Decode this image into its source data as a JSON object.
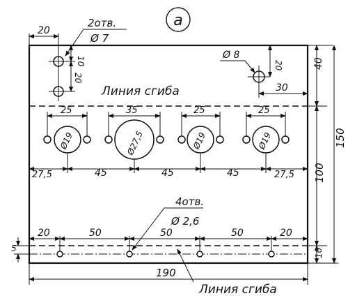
{
  "view_label": "a",
  "labels": {
    "holes_group_top": "2отв.",
    "holes_group_top_dia": "Ø 7",
    "hole_single_dia": "Ø 8",
    "bend_line_top": "Линия сгиба",
    "holes_group_bottom": "4отв.",
    "holes_group_bottom_dia": "Ø 2,6",
    "bend_line_bottom": "Линия сгиба"
  },
  "dims": {
    "d20_left_top": "20",
    "d10_top": "10",
    "d20_vert": "20",
    "d20_right_top": "20",
    "d30": "30",
    "d40": "40",
    "d150": "150",
    "d100": "100",
    "d10_right": "10",
    "d5_left": "5",
    "d190": "190",
    "d25_a": "25",
    "d35": "35",
    "d25_b": "25",
    "d25_c": "25",
    "d27_5_left": "27,5",
    "d45_a": "45",
    "d45_b": "45",
    "d45_c": "45",
    "d27_5_right": "27,5",
    "d20_bl": "20",
    "d50_a": "50",
    "d50_b": "50",
    "d50_c": "50",
    "d20_br": "20"
  },
  "holes_big": [
    "Ø19",
    "Ø27,5",
    "Ø19",
    "Ø19"
  ]
}
